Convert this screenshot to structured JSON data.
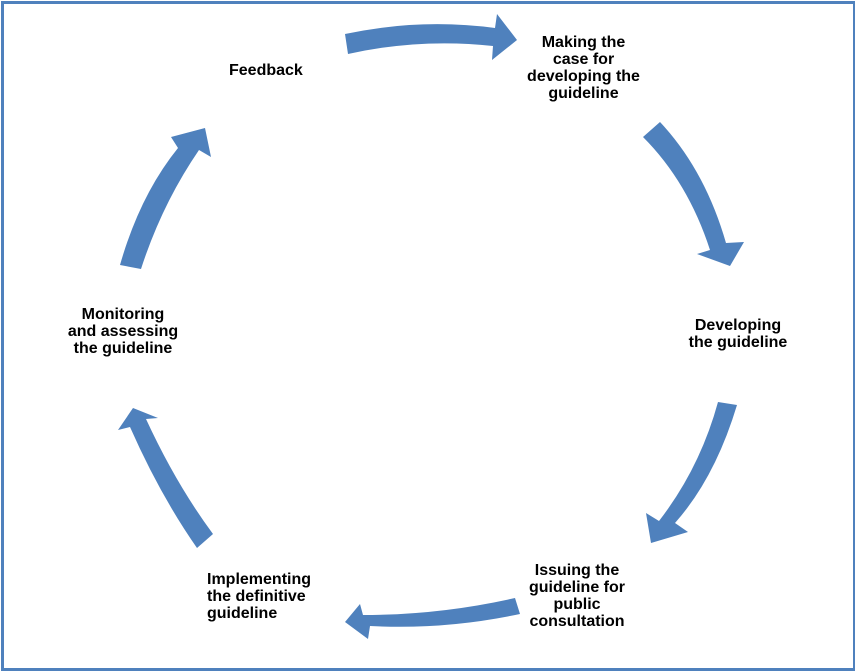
{
  "diagram": {
    "arrow_color": "#4f81bd",
    "border_color": "#4f81bd",
    "stages": [
      {
        "id": "making-case",
        "lines": [
          "Making the",
          "case for",
          "developing the",
          "guideline"
        ]
      },
      {
        "id": "developing",
        "lines": [
          "Developing",
          "the guideline"
        ]
      },
      {
        "id": "issuing",
        "lines": [
          "Issuing the",
          "guideline for",
          "public",
          "consultation"
        ]
      },
      {
        "id": "implementing",
        "lines": [
          "Implementing",
          "the definitive",
          "guideline"
        ]
      },
      {
        "id": "monitoring",
        "lines": [
          "Monitoring",
          "and assessing",
          "the guideline"
        ]
      },
      {
        "id": "feedback",
        "lines": [
          "Feedback"
        ]
      }
    ]
  }
}
